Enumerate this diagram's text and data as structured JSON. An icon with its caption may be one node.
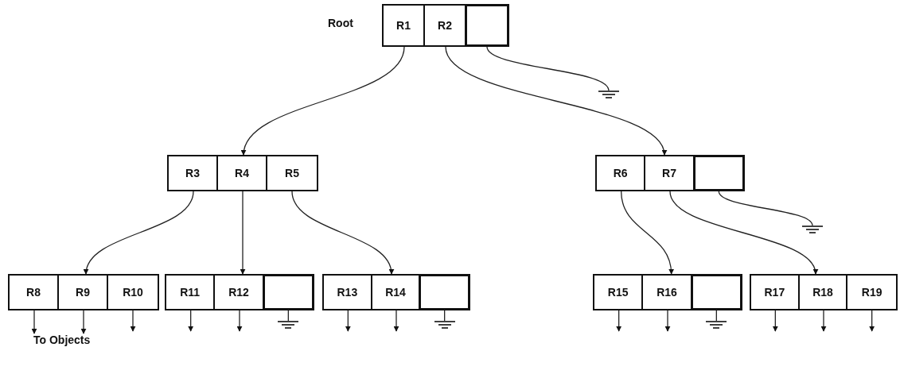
{
  "diagram": {
    "nodes": [
      {
        "text": [],
        "shape": "box",
        "beside": [
          "Root"
        ]
      },
      {
        "text": [
          "R1"
        ],
        "in": 0
      },
      {
        "text": [
          "R2"
        ],
        "in": 0
      },
      {
        "text": [],
        "shape": "box",
        "in": 0
      },
      {
        "text": [],
        "shape": "ground"
      },
      {
        "text": [],
        "shape": "box"
      },
      {
        "text": [
          "R3"
        ],
        "in": 5
      },
      {
        "text": [
          "R4"
        ],
        "in": 5
      },
      {
        "text": [
          "R5"
        ],
        "in": 5
      },
      {
        "text": [],
        "shape": "box"
      },
      {
        "text": [
          "R6"
        ],
        "in": 9
      },
      {
        "text": [
          "R7"
        ],
        "in": 9
      },
      {
        "text": [],
        "shape": "box",
        "in": 9
      },
      {
        "text": [],
        "shape": "ground"
      },
      {
        "text": [],
        "shape": "box"
      },
      {
        "text": [
          "R8"
        ],
        "in": 14
      },
      {
        "text": [
          "R9"
        ],
        "in": 14
      },
      {
        "text": [
          "R10"
        ],
        "in": 14
      },
      {
        "text": [],
        "shape": "box"
      },
      {
        "text": [
          "R11"
        ],
        "in": 18
      },
      {
        "text": [
          "R12"
        ],
        "in": 18
      },
      {
        "text": [],
        "shape": "box",
        "in": 18
      },
      {
        "text": [],
        "shape": "ground"
      },
      {
        "text": [],
        "shape": "box"
      },
      {
        "text": [
          "R13"
        ],
        "in": 23
      },
      {
        "text": [
          "R14"
        ],
        "in": 23
      },
      {
        "text": [],
        "shape": "box",
        "in": 23
      },
      {
        "text": [],
        "shape": "ground"
      },
      {
        "text": [],
        "shape": "box"
      },
      {
        "text": [
          "R15"
        ],
        "in": 28
      },
      {
        "text": [
          "R16"
        ],
        "in": 28
      },
      {
        "text": [],
        "shape": "box",
        "in": 28
      },
      {
        "text": [],
        "shape": "ground"
      },
      {
        "text": [],
        "shape": "box"
      },
      {
        "text": [
          "R17"
        ],
        "in": 33
      },
      {
        "text": [
          "R18"
        ],
        "in": 33
      },
      {
        "text": [
          "R19"
        ],
        "in": 33
      },
      {
        "text": [
          "To Objects"
        ]
      }
    ],
    "edges": [
      {
        "from": 1,
        "to": 5,
        "arrow": "to"
      },
      {
        "from": 2,
        "to": 9,
        "arrow": "to"
      },
      {
        "from": 3,
        "to": 4,
        "arrow": "none"
      },
      {
        "from": 6,
        "to": 14,
        "arrow": "to"
      },
      {
        "from": 7,
        "to": 18,
        "arrow": "to"
      },
      {
        "from": 8,
        "to": 23,
        "arrow": "to"
      },
      {
        "from": 10,
        "to": 28,
        "arrow": "to"
      },
      {
        "from": 11,
        "to": 33,
        "arrow": "to"
      },
      {
        "from": 12,
        "to": 13,
        "arrow": "none"
      },
      {
        "from": 21,
        "to": 22,
        "arrow": "none"
      },
      {
        "from": 26,
        "to": 27,
        "arrow": "none"
      },
      {
        "from": 31,
        "to": 32,
        "arrow": "none"
      },
      {
        "from": 15,
        "to": 37,
        "arrow": "to"
      },
      {
        "from": 16,
        "to": 37,
        "arrow": "to"
      },
      {
        "from": 17,
        "to": null,
        "arrow": "to"
      },
      {
        "from": 19,
        "to": null,
        "arrow": "to"
      },
      {
        "from": 20,
        "to": null,
        "arrow": "to"
      },
      {
        "from": 24,
        "to": null,
        "arrow": "to"
      },
      {
        "from": 25,
        "to": null,
        "arrow": "to"
      },
      {
        "from": 29,
        "to": null,
        "arrow": "to"
      },
      {
        "from": 30,
        "to": null,
        "arrow": "to"
      },
      {
        "from": 34,
        "to": null,
        "arrow": "to"
      },
      {
        "from": 35,
        "to": null,
        "arrow": "to"
      },
      {
        "from": 36,
        "to": null,
        "arrow": "to"
      }
    ]
  }
}
